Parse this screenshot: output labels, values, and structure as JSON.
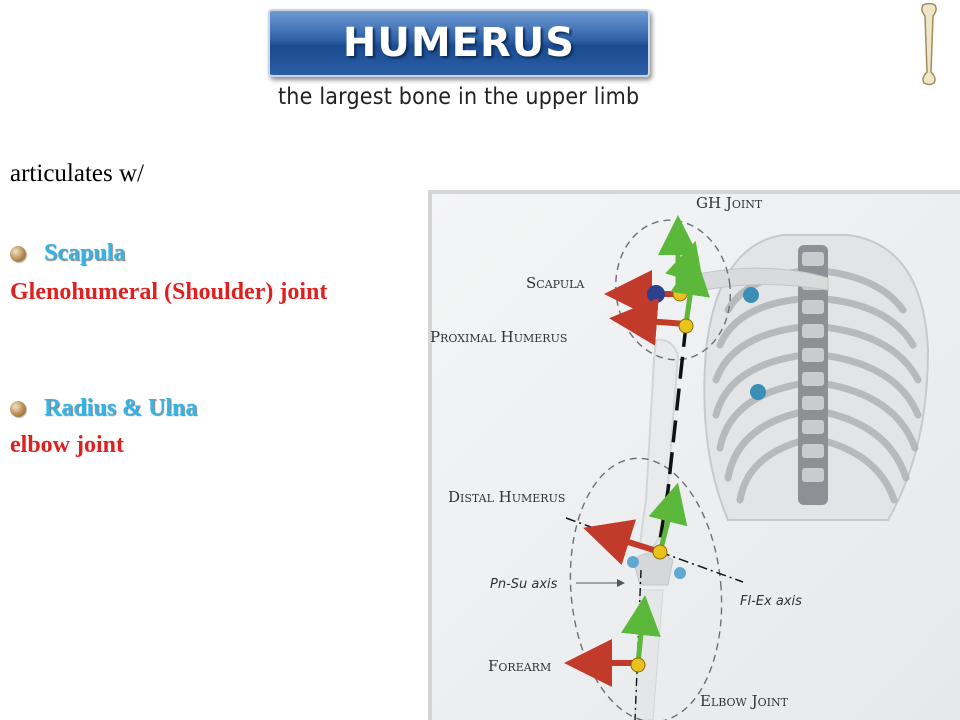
{
  "title": "HUMERUS",
  "subtitle": "the largest bone in the upper limb",
  "intro": "articulates w/",
  "items": [
    {
      "bone": "Scapula",
      "joint": "Glenohumeral (Shoulder) joint"
    },
    {
      "bone": "Radius & Ulna",
      "joint": "elbow joint"
    }
  ],
  "figure": {
    "labels": {
      "gh_joint": "GH Joint",
      "scapula": "Scapula",
      "proximal_humerus": "Proximal Humerus",
      "distal_humerus": "Distal Humerus",
      "pn_su_axis": "Pn-Su axis",
      "fl_ex_axis": "Fl-Ex axis",
      "forearm": "Forearm",
      "elbow_joint": "Elbow Joint"
    }
  },
  "colors": {
    "title_banner": "#2f62a8",
    "bone_text": "#33b6e6",
    "joint_text": "#e0201f"
  },
  "icons": {
    "bullet": "bullet-dot-icon",
    "corner": "bone-icon"
  }
}
